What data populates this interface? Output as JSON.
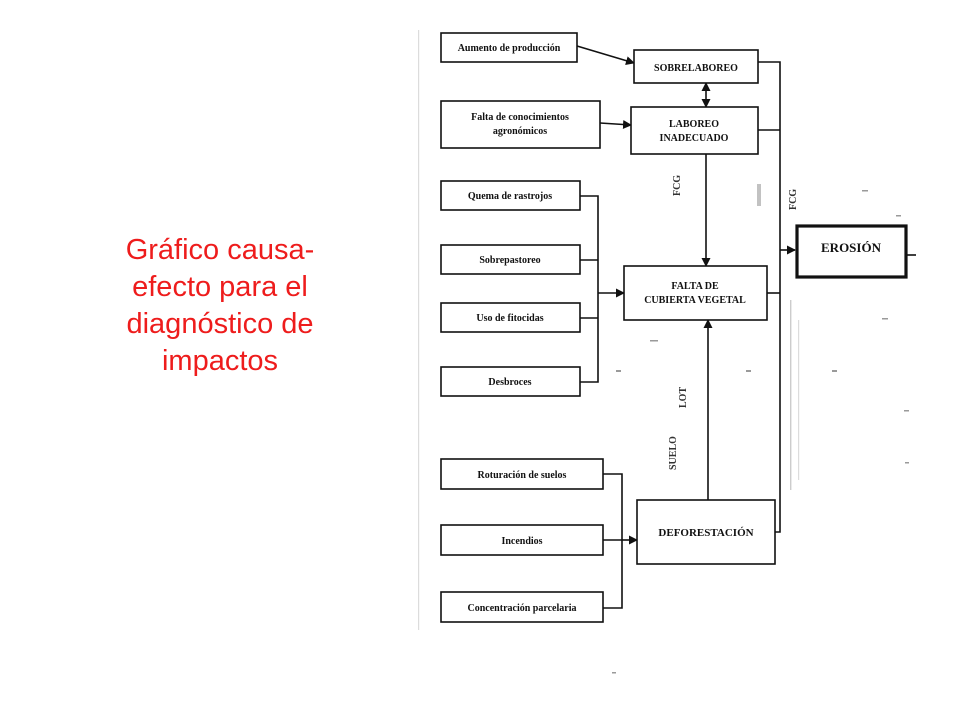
{
  "caption": {
    "line1": "Gráfico causa-",
    "line2": "efecto para el",
    "line3": "diagnóstico de",
    "line4": "impactos"
  },
  "diagram": {
    "causes": {
      "aumento": "Aumento de producción",
      "falta_conoc_1": "Falta de conocimientos",
      "falta_conoc_2": "agronómicos",
      "quema": "Quema de rastrojos",
      "sobrepastoreo": "Sobrepastoreo",
      "fitocidas": "Uso de fitocidas",
      "desbroces": "Desbroces",
      "roturacion": "Roturación de suelos",
      "incendios": "Incendios",
      "concentracion": "Concentración parcelaria"
    },
    "effects": {
      "sobrelaboreo": "SOBRELABOREO",
      "laboreo_1": "LABOREO",
      "laboreo_2": "INADECUADO",
      "falta_cub_1": "FALTA DE",
      "falta_cub_2": "CUBIERTA VEGETAL",
      "deforestacion": "DEFORESTACIÓN",
      "erosion": "EROSIÓN"
    },
    "side_labels": {
      "a": "FCG",
      "b": "FCG",
      "c": "SUELO",
      "d": "LOT"
    }
  }
}
